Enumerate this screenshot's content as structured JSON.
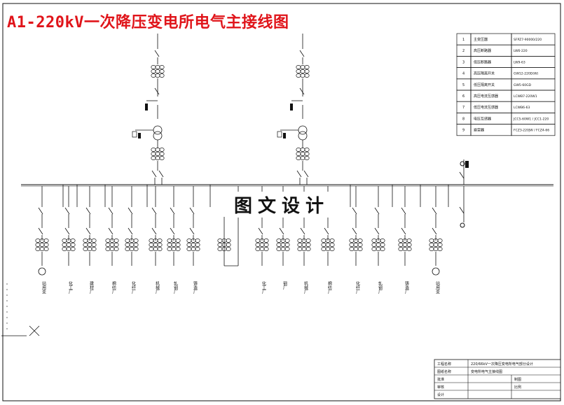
{
  "title": "A1-220kV一次降压变电所电气主接线图",
  "watermark": "图文设计",
  "equipment_table": [
    {
      "no": "1",
      "name": "主变压器",
      "model": "SFPZ7-90000/220"
    },
    {
      "no": "2",
      "name": "高压断路器",
      "model": "LW6-220"
    },
    {
      "no": "3",
      "name": "低压断路器",
      "model": "LW9-63"
    },
    {
      "no": "4",
      "name": "高压隔离开关",
      "model": "GW12-220D(W)"
    },
    {
      "no": "5",
      "name": "低压隔离开关",
      "model": "GW5-60GD"
    },
    {
      "no": "6",
      "name": "高压电流互感器",
      "model": "LCWB7-220W1"
    },
    {
      "no": "7",
      "name": "低压电流互感器",
      "model": "LCWB6-63"
    },
    {
      "no": "8",
      "name": "电压互感器",
      "model": "JCC5-60W1 / JCC1-220"
    },
    {
      "no": "9",
      "name": "避雷器",
      "model": "FCZ3-220JW / FCZ4-66"
    }
  ],
  "feeder_labels_left": [
    "站用变",
    "化工厂",
    "建材厂",
    "棉纺厂",
    "化纤厂",
    "机械厂",
    "轧钢厂",
    "铸造厂"
  ],
  "feeder_labels_right": [
    "化工厂",
    "钢厂",
    "机械厂",
    "棉纺厂",
    "化纤厂",
    "轧钢厂",
    "铸造厂",
    "站用变"
  ],
  "title_block": {
    "label_project": "工程名称",
    "label_drawing": "图纸名称",
    "label_check": "批准",
    "label_review": "审核",
    "label_design": "设计",
    "project": "220/66kV一次降压变电所电气部分设计",
    "drawing": "变电所电气主接线图",
    "label_scale": "制图",
    "label_ratio": "比例"
  },
  "colors": {
    "title": "#e0141a",
    "line": "#111111"
  }
}
